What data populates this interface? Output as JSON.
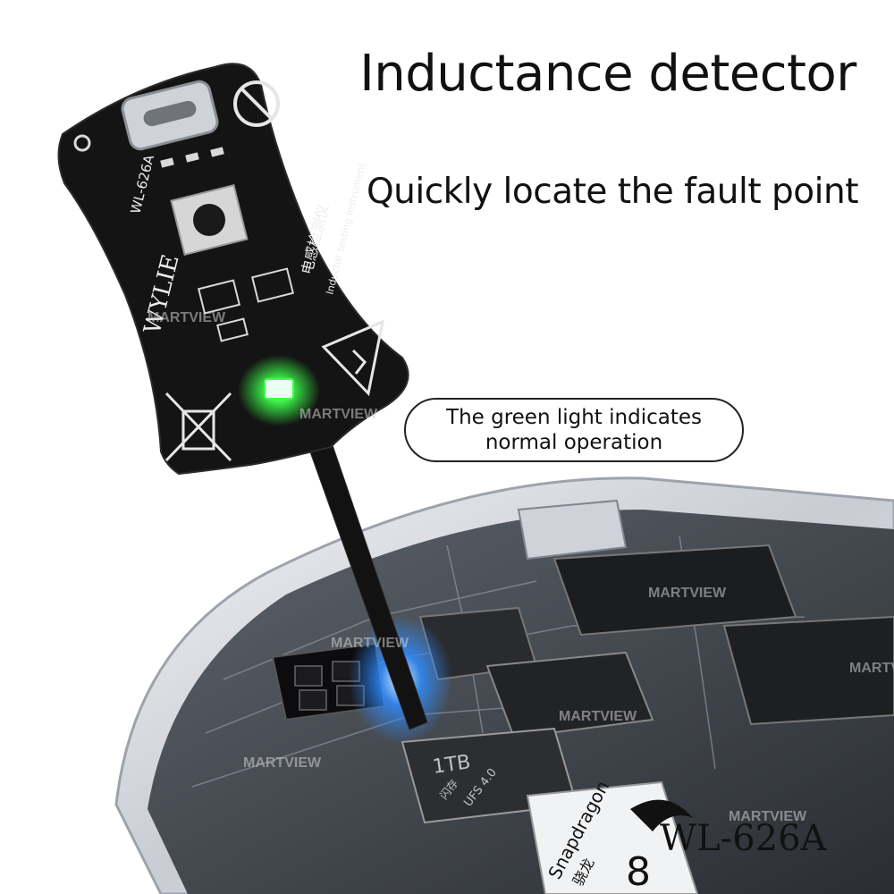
{
  "headline": "Inductance detector",
  "subline": "Quickly locate the fault point",
  "callout": {
    "text": "The green light indicates\nnormal operation"
  },
  "device": {
    "brand": "WYLIE",
    "model": "WL-626A",
    "cn_label": "电感检测仪",
    "en_label": "Inductor testing instrument"
  },
  "chips": {
    "memory_size": "1TB",
    "memory_cn": "闪存",
    "memory_type": "UFS 4.0",
    "soc_brand": "Snapdragon",
    "soc_cn": "骁龙",
    "soc_gen": "8"
  },
  "watermark": "MARTVIEW",
  "model_tag": "WL-626A",
  "colors": {
    "board": "#141414",
    "led_green": "#3cff4a",
    "probe_blue": "#2f8cff",
    "phone_frame": "#d8dadf"
  }
}
